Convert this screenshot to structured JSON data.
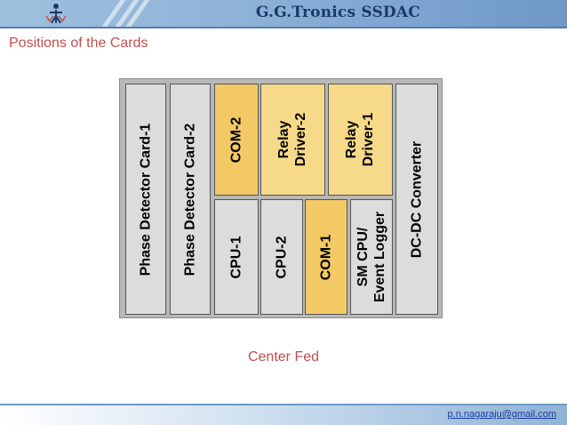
{
  "header": {
    "title": "G.G.Tronics  SSDAC",
    "logo_icon": "gg-tronics-logo-icon",
    "band_color": "#8fb3d8"
  },
  "slide": {
    "title": "Positions of the Cards",
    "caption": "Center Fed"
  },
  "cards": [
    {
      "label": "Phase Detector Card-1",
      "color": "#dcdcdc"
    },
    {
      "label": "Phase Detector Card-2",
      "color": "#dcdcdc"
    },
    {
      "label": "COM-2",
      "color": "#f2c964"
    },
    {
      "label": "Relay\nDriver-2",
      "color": "#f7d98a"
    },
    {
      "label": "Relay\nDriver-1",
      "color": "#f7d98a"
    },
    {
      "label": "DC-DC Converter",
      "color": "#dcdcdc"
    },
    {
      "label": "CPU-1",
      "color": "#dcdcdc"
    },
    {
      "label": "CPU-2",
      "color": "#dcdcdc"
    },
    {
      "label": "COM-1",
      "color": "#f2c964"
    },
    {
      "label": "SM CPU/\nEvent Logger",
      "color": "#dcdcdc"
    }
  ],
  "footer": {
    "email": "p.n.nagaraju@gmail.com"
  }
}
